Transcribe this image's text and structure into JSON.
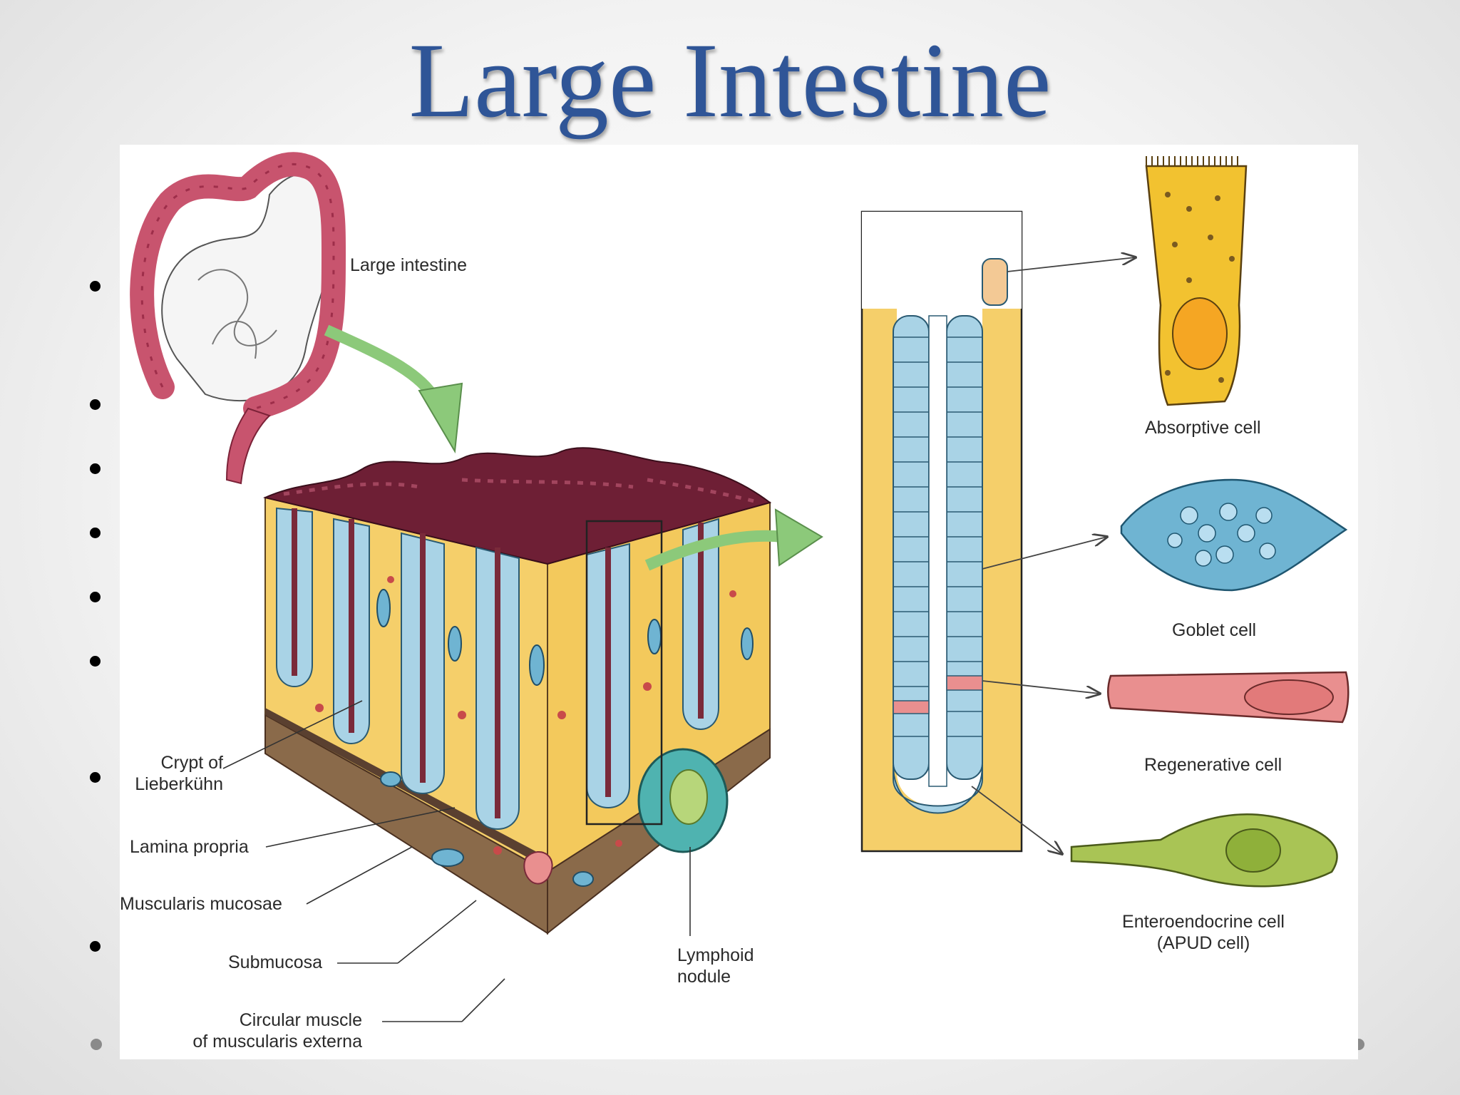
{
  "slide": {
    "title": "Large Intestine"
  },
  "figure": {
    "labels": {
      "large_intestine": "Large intestine",
      "crypt_line1": "Crypt of",
      "crypt_line2": "Lieberkühn",
      "lamina_propria": "Lamina propria",
      "muscularis_mucosae": "Muscularis mucosae",
      "submucosa": "Submucosa",
      "circular_line1": "Circular muscle",
      "circular_line2": "of muscularis externa",
      "lymphoid_line1": "Lymphoid",
      "lymphoid_line2": "nodule",
      "absorptive": "Absorptive cell",
      "goblet": "Goblet cell",
      "regenerative": "Regenerative cell",
      "entero_line1": "Enteroendocrine cell",
      "entero_line2": "(APUD cell)"
    }
  },
  "colors": {
    "title": "#2f5597",
    "lamina": "#f5cf6a",
    "mucosa_top": "#6e1f35",
    "epithelium": "#a9d3e6",
    "arrow_green": "#8cc97a",
    "absorptive": "#f2c230",
    "goblet": "#6fb4d2",
    "regenerative": "#e98f8f",
    "enteroendocrine": "#a9c455"
  }
}
